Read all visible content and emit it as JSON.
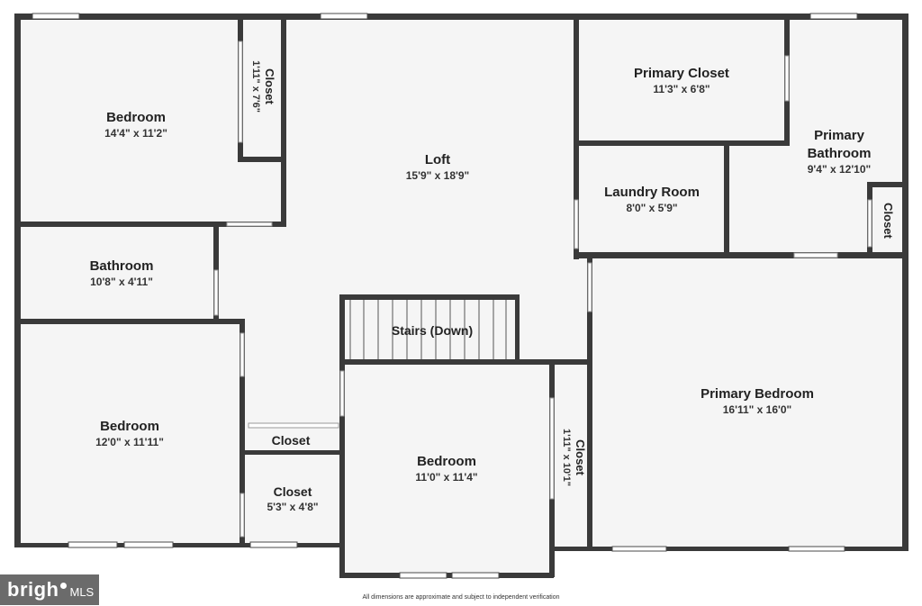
{
  "rooms": {
    "bedroom_nw": {
      "name": "Bedroom",
      "dim": "14'4\" x 11'2\""
    },
    "closet_nw": {
      "name": "Closet",
      "dim": "1'11\" x 7'6\""
    },
    "loft": {
      "name": "Loft",
      "dim": "15'9\" x 18'9\""
    },
    "primary_closet": {
      "name": "Primary Closet",
      "dim": "11'3\" x 6'8\""
    },
    "primary_bathroom": {
      "name_line1": "Primary",
      "name_line2": "Bathroom",
      "dim": "9'4\" x 12'10\""
    },
    "laundry_room": {
      "name": "Laundry Room",
      "dim": "8'0\" x 5'9\""
    },
    "closet_ne": {
      "name": "Closet"
    },
    "bathroom": {
      "name": "Bathroom",
      "dim": "10'8\" x 4'11\""
    },
    "stairs": {
      "name": "Stairs (Down)"
    },
    "bedroom_sw": {
      "name": "Bedroom",
      "dim": "12'0\" x 11'11\""
    },
    "closet_hall": {
      "name": "Closet"
    },
    "closet_small": {
      "name": "Closet",
      "dim": "5'3\" x 4'8\""
    },
    "bedroom_center": {
      "name": "Bedroom",
      "dim": "11'0\" x 11'4\""
    },
    "closet_center": {
      "name": "Closet",
      "dim": "1'11\" x 10'1\""
    },
    "primary_bedroom": {
      "name": "Primary Bedroom",
      "dim": "16'11\" x 16'0\""
    }
  },
  "footer": {
    "disclaimer": "All dimensions are approximate and subject to independent verification",
    "logo_brand": "brigh",
    "logo_suffix": "MLS"
  },
  "colors": {
    "wall": "#3a3a3a",
    "floor": "#f5f5f5",
    "logo_bg": "#6b6b6b"
  }
}
